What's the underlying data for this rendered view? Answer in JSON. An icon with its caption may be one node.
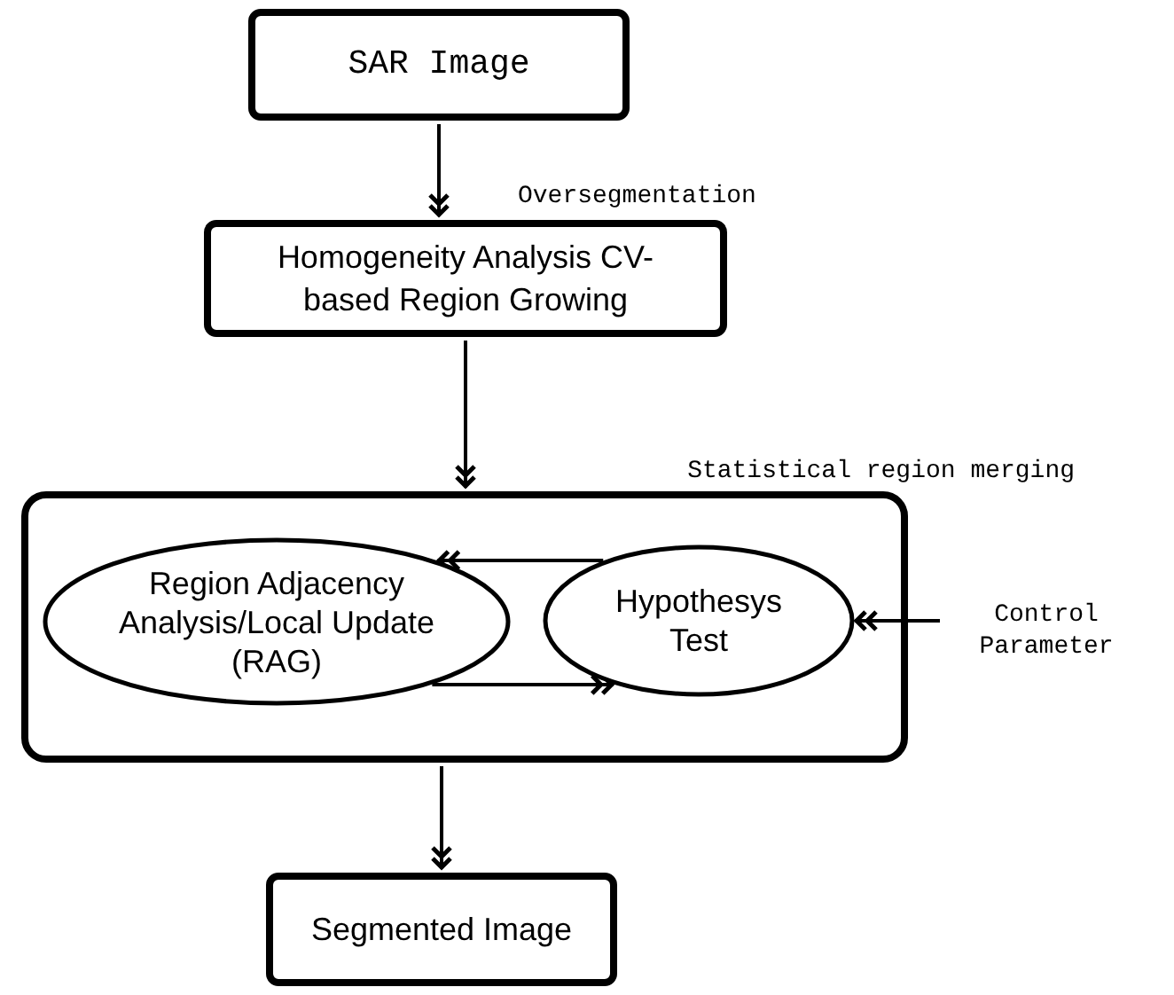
{
  "diagram": {
    "nodes": [
      {
        "text": [
          "SAR Image"
        ]
      },
      {
        "text": [
          "Homogeneity Analysis CV-based Region Growing"
        ]
      },
      {
        "text": [
          "Statistical region merging"
        ]
      },
      {
        "text": [
          "Region Adjacency Analysis/Local Update (RAG)"
        ],
        "in": 2
      },
      {
        "text": [
          "Hypothesys Test"
        ],
        "in": 2
      },
      {
        "text": [
          "Control Parameter"
        ]
      },
      {
        "text": [
          "Segmented Image"
        ]
      }
    ],
    "edges": [
      {
        "from": 0,
        "to": 1,
        "arrow": "to",
        "label": "Oversegmentation"
      },
      {
        "from": 1,
        "to": 2,
        "arrow": "to"
      },
      {
        "from": 4,
        "to": 3,
        "arrow": "to"
      },
      {
        "from": 3,
        "to": 4,
        "arrow": "to"
      },
      {
        "from": 5,
        "to": 4,
        "arrow": "to"
      },
      {
        "from": 2,
        "to": 6,
        "arrow": "to"
      }
    ]
  }
}
